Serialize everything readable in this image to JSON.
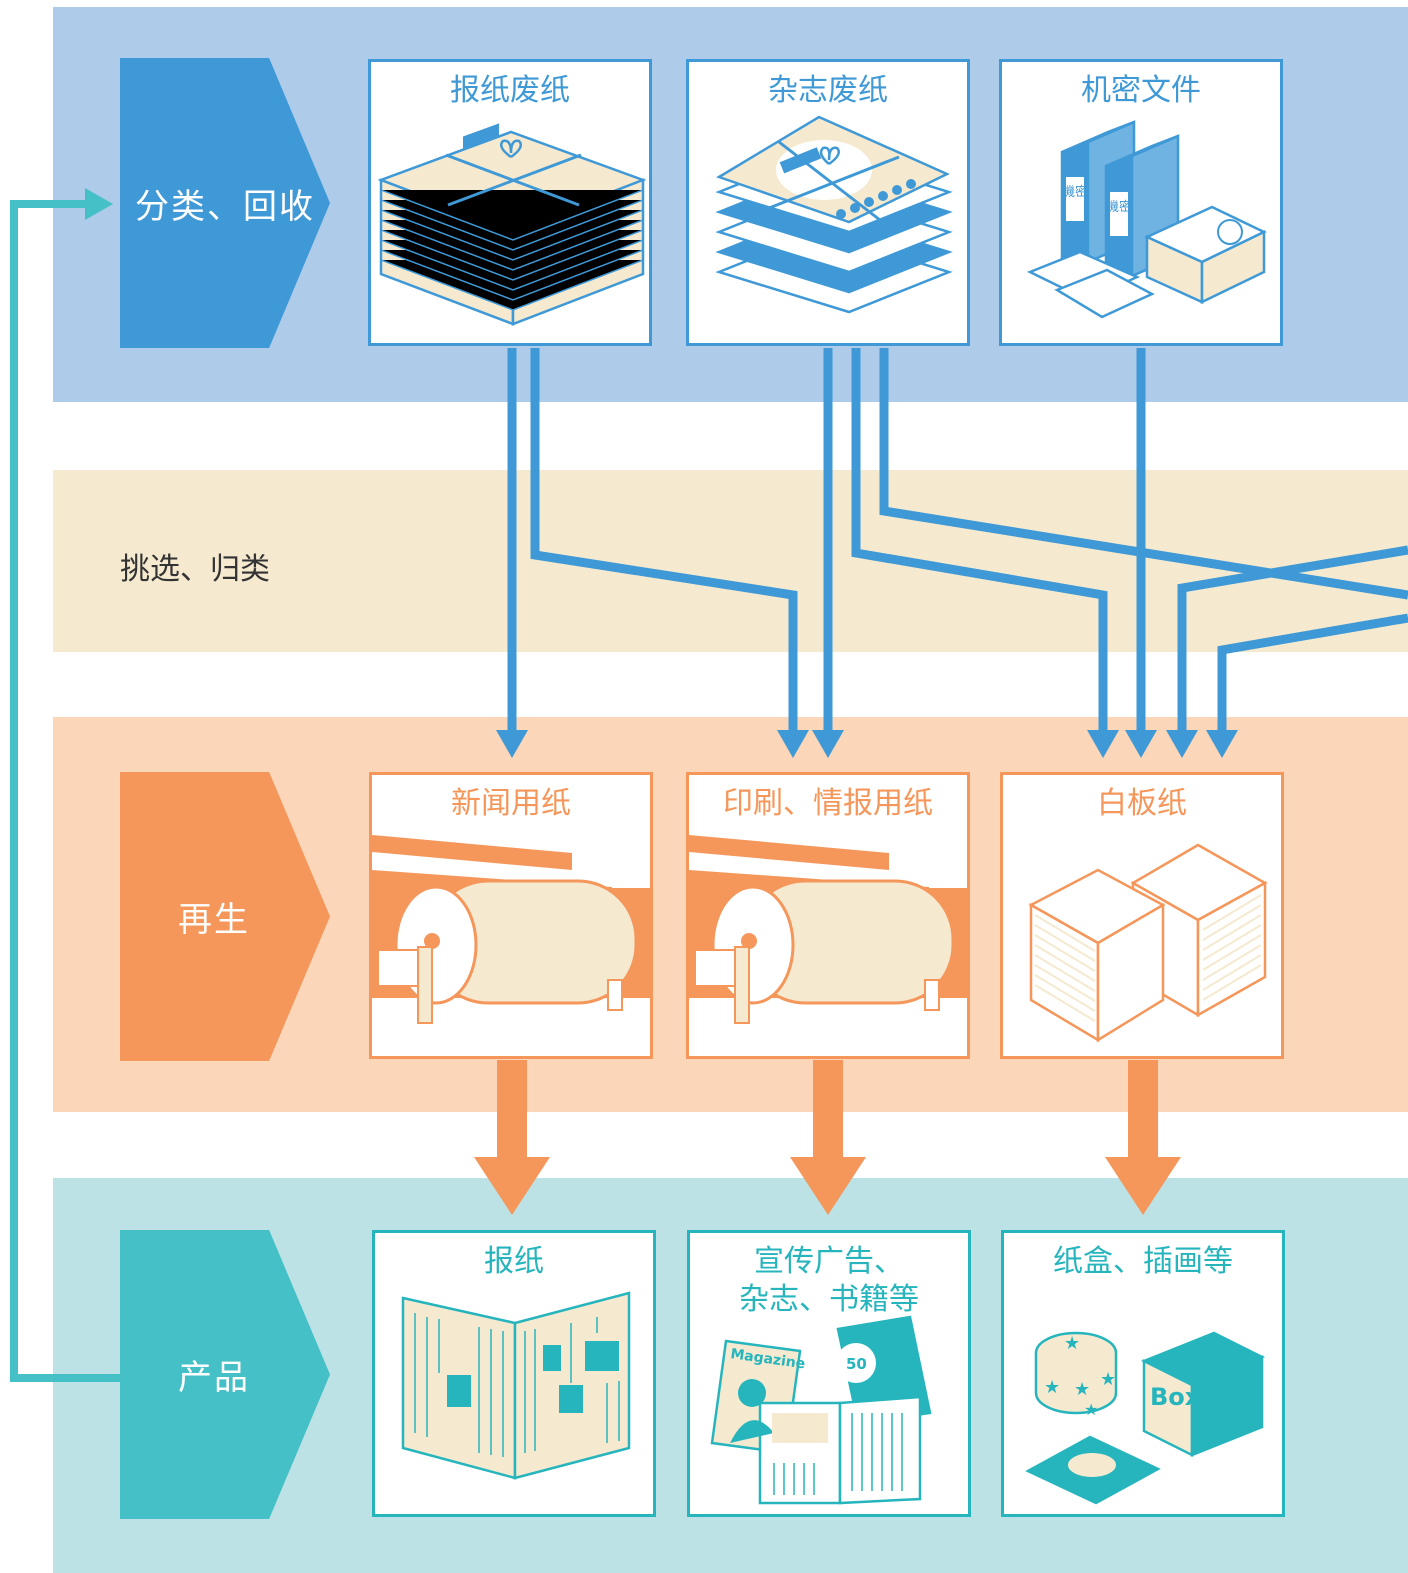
{
  "stages": {
    "collect": "分类、回收",
    "sort": "挑选、归类",
    "regen": "再生",
    "product": "产品"
  },
  "sources": [
    {
      "label": "报纸废纸"
    },
    {
      "label": "杂志废纸"
    },
    {
      "label": "机密文件",
      "stamp": "機密"
    }
  ],
  "papers": [
    {
      "label": "新闻用纸"
    },
    {
      "label": "印刷、情报用纸"
    },
    {
      "label": "白板纸"
    }
  ],
  "products": [
    {
      "label": "报纸"
    },
    {
      "label": "宣传广告、\n杂志、书籍等",
      "magazine": "Magazine",
      "badge": "50"
    },
    {
      "label": "纸盒、插画等",
      "box": "Box"
    }
  ],
  "colors": {
    "collect_band": "#aecbea",
    "sort_band": "#f5ead0",
    "regen_band": "#fbd6b9",
    "product_band": "#bce2e6",
    "blue": "#3f99d6",
    "orange": "#f5965a",
    "teal": "#26b5bd",
    "cream": "#f5ead0"
  }
}
